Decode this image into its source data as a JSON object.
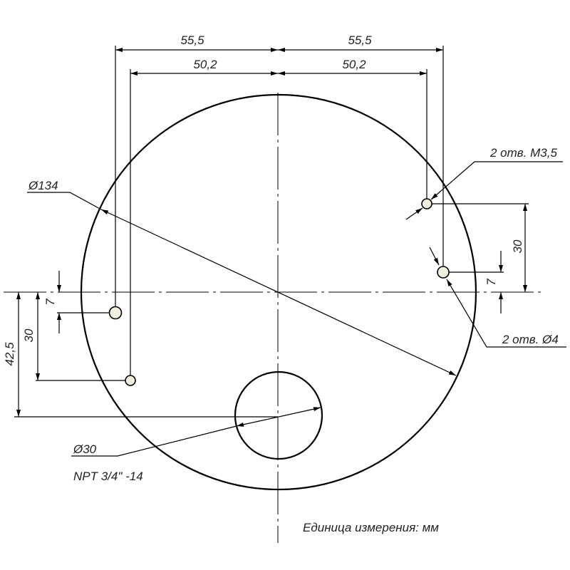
{
  "dimensions": {
    "outer_width_left": "55,5",
    "outer_width_right": "55,5",
    "inner_width_left": "50,2",
    "inner_width_right": "50,2",
    "left_offset_small": "7",
    "left_offset_mid": "30",
    "left_offset_large": "42,5",
    "right_offset_mid": "30",
    "right_offset_small": "7"
  },
  "callouts": {
    "outer_diameter": "Ø134",
    "port_diameter": "Ø30",
    "port_thread": "NPT 3/4\" -14",
    "threaded_holes": "2 отв. М3,5",
    "plain_holes": "2 отв. Ø4"
  },
  "note": "Единица измерения: мм",
  "colors": {
    "hole_fill": "#f0efe0",
    "line": "#000000"
  }
}
